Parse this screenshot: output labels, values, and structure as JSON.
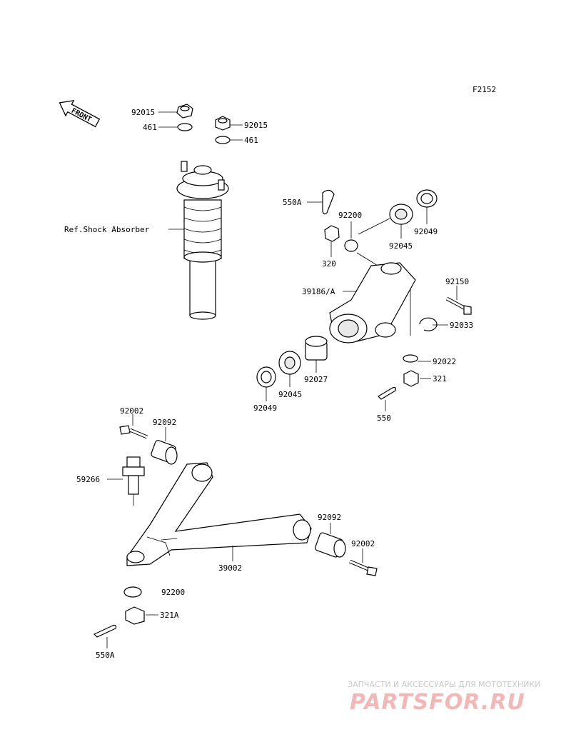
{
  "figure_code": "F2152",
  "front_label": "FRONT",
  "ref_label": "Ref.Shock Absorber",
  "parts": {
    "nut_92015_left": "92015",
    "washer_461_left": "461",
    "nut_92015_right": "92015",
    "washer_461_right": "461",
    "cotter_550A_top": "550A",
    "collar_92200_top": "92200",
    "nut_320": "320",
    "bearing_92045_top": "92045",
    "seal_92049_top": "92049",
    "knuckle_39186A": "39186/A",
    "bolt_92150": "92150",
    "circlip_92033": "92033",
    "washer_92022": "92022",
    "nut_321": "321",
    "pin_550": "550",
    "collar_92027": "92027",
    "bearing_92045_bottom": "92045",
    "seal_92049_bottom": "92049",
    "bolt_92002_left": "92002",
    "bushing_92092_left": "92092",
    "balljoint_59266": "59266",
    "arm_39002": "39002",
    "bushing_92092_right": "92092",
    "bolt_92002_right": "92002",
    "collar_92200_bottom": "92200",
    "nut_321A": "321A",
    "cotter_550A_bottom": "550A"
  },
  "watermark": {
    "tagline": "ЗАПЧАСТИ И АКСЕССУАРЫ ДЛЯ МОТОТЕХНИКИ",
    "logo": "PARTSFOR.RU"
  }
}
